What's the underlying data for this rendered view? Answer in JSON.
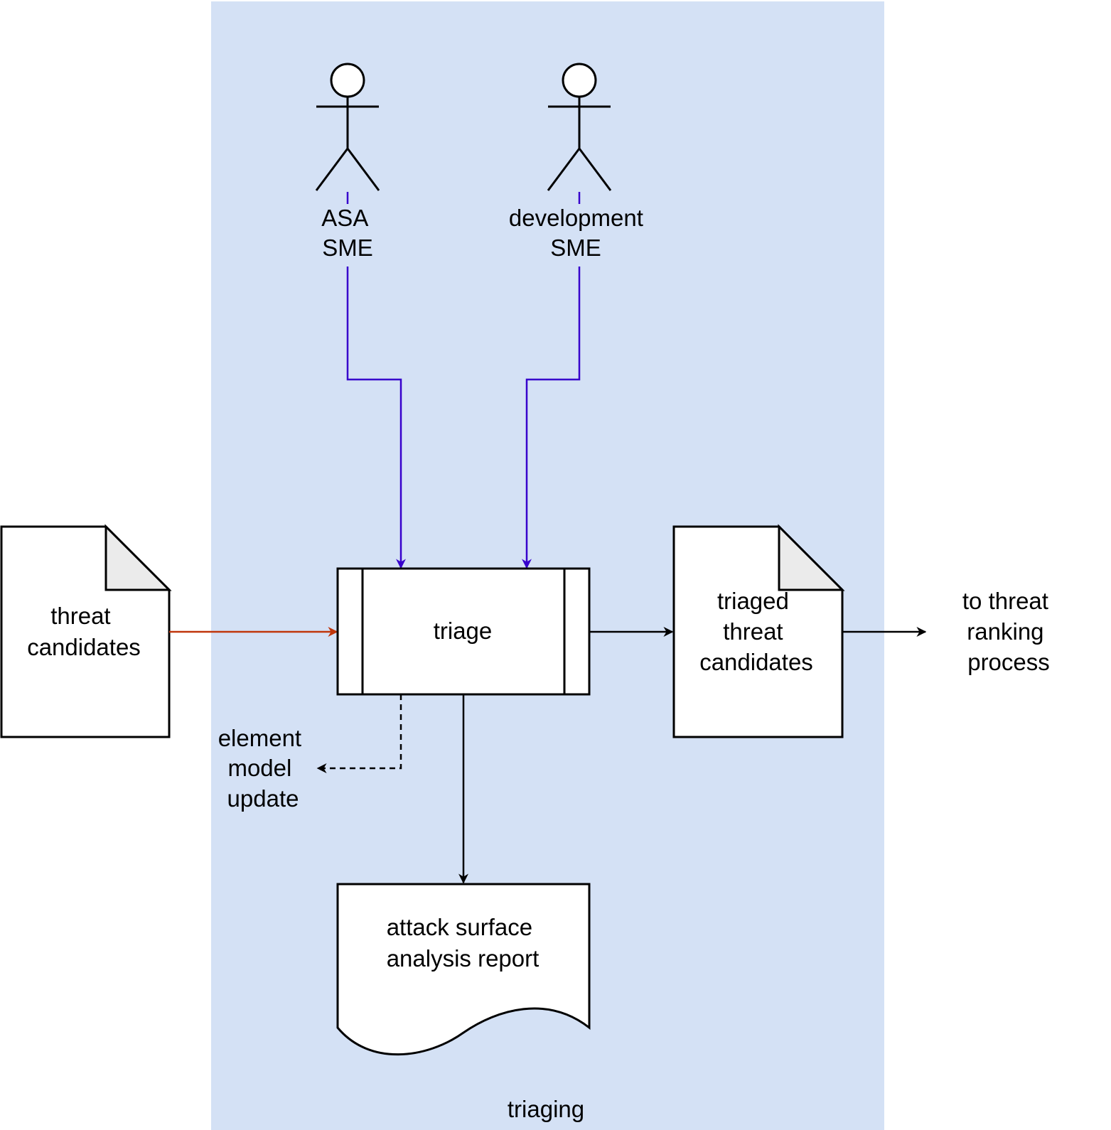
{
  "swimlane": {
    "label": "triaging",
    "fill": "#d4e1f5"
  },
  "actors": {
    "asa": {
      "line1": "ASA",
      "line2": "SME"
    },
    "dev": {
      "line1": "development",
      "line2": "SME"
    }
  },
  "documents": {
    "threat_candidates": {
      "line1": "threat",
      "line2": "candidates"
    },
    "triaged": {
      "line1": "triaged",
      "line2": "threat",
      "line3": "candidates"
    }
  },
  "process": {
    "label": "triage"
  },
  "report": {
    "line1": "attack surface",
    "line2": "analysis report"
  },
  "outputs": {
    "element_update": {
      "line1": "element",
      "line2": "model",
      "line3": "update"
    },
    "ranking": {
      "line1": "to threat",
      "line2": "ranking",
      "line3": "process"
    }
  },
  "colors": {
    "actor_edge": "#3700cc",
    "input_edge": "#c0360b",
    "default_edge": "#000000",
    "fold": "#ebebeb"
  }
}
